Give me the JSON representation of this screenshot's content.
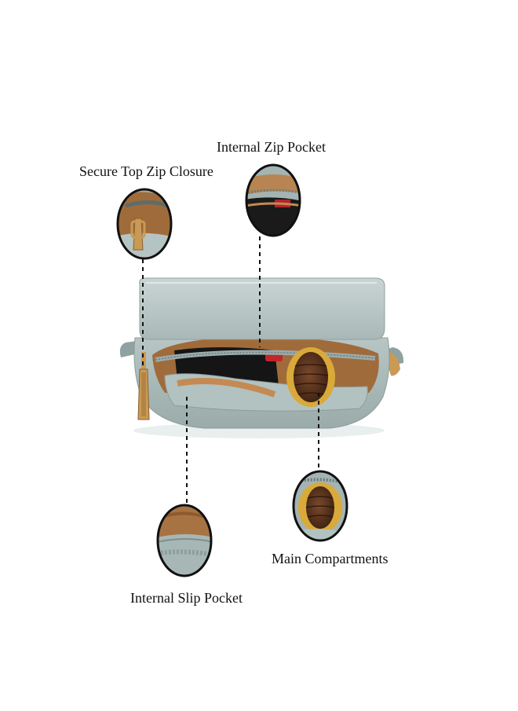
{
  "callouts": {
    "top_zip": "Secure Top Zip Closure",
    "internal_zip": "Internal Zip Pocket",
    "slip_pocket": "Internal Slip Pocket",
    "main_compartments": "Main Compartments"
  },
  "colors": {
    "bag_body": "#b9c7c6",
    "bag_shadow": "#8fa1a0",
    "lining": "#b07a45",
    "hardware": "#c99a55",
    "dashed_line": "#111111",
    "circle_border": "#111111"
  }
}
